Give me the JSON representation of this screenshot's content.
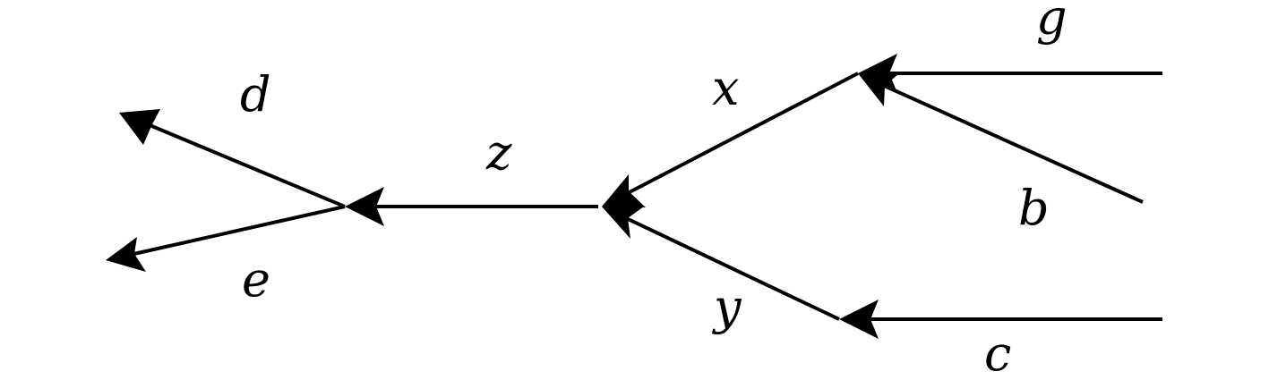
{
  "diagram": {
    "type": "directed-graph",
    "edges": [
      {
        "id": "d",
        "label": "d"
      },
      {
        "id": "e",
        "label": "e"
      },
      {
        "id": "z",
        "label": "z"
      },
      {
        "id": "x",
        "label": "x"
      },
      {
        "id": "y",
        "label": "y"
      },
      {
        "id": "g",
        "label": "g"
      },
      {
        "id": "b",
        "label": "b"
      },
      {
        "id": "c",
        "label": "c"
      }
    ]
  },
  "colors": {
    "stroke": "#000000",
    "background": "#ffffff"
  }
}
